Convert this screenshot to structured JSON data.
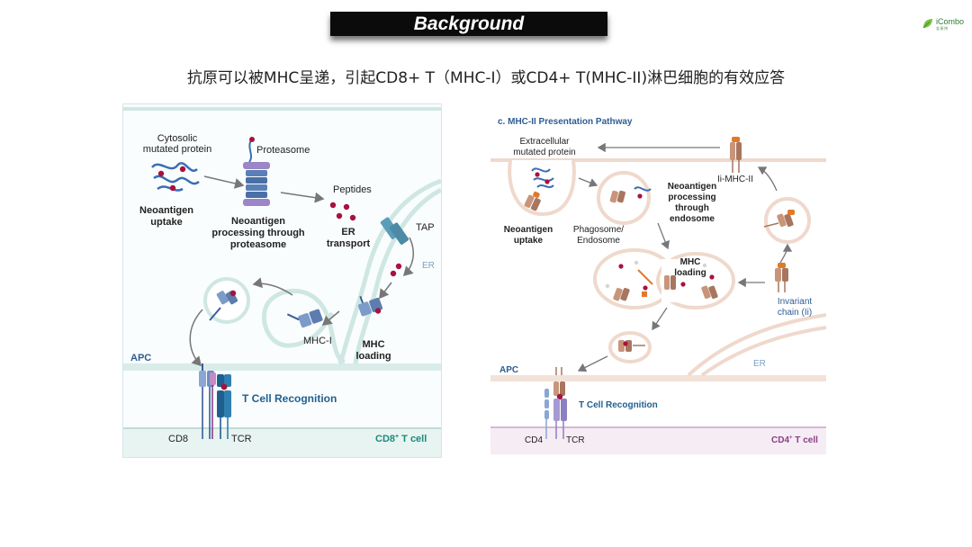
{
  "title": "Background",
  "logo": {
    "text": "iCombo",
    "sub": "爱康博",
    "icon": "leaf-logo-icon"
  },
  "subtitle": "抗原可以被MHC呈递，引起CD8+ T（MHC-I）或CD4+ T(MHC-II)淋巴细胞的有效应答",
  "left": {
    "cytosolic_line1": "Cytosolic",
    "cytosolic_line2": "mutated protein",
    "uptake_line1": "Neoantigen",
    "uptake_line2": "uptake",
    "proteasome": "Proteasome",
    "processing_line1": "Neoantigen",
    "processing_line2": "processing through",
    "processing_line3": "proteasome",
    "peptides": "Peptides",
    "er_transport_line1": "ER",
    "er_transport_line2": "transport",
    "tap": "TAP",
    "er": "ER",
    "mhc1": "MHC-I",
    "mhc_loading_line1": "MHC",
    "mhc_loading_line2": "loading",
    "apc": "APC",
    "tcell_recognition": "T Cell Recognition",
    "cd8": "CD8",
    "tcr": "TCR",
    "cell_type": "CD8",
    "cell_type_sup": "+",
    "cell_type_suffix": " T cell"
  },
  "right": {
    "panel_title": "c. MHC-II Presentation Pathway",
    "extracellular_line1": "Extracellular",
    "extracellular_line2": "mutated protein",
    "ii_mhc2": "Ii-MHC-II",
    "processing_line1": "Neoantigen",
    "processing_line2": "processing",
    "processing_line3": "through",
    "processing_line4": "endosome",
    "uptake_line1": "Neoantigen",
    "uptake_line2": "uptake",
    "phagosome_line1": "Phagosome/",
    "phagosome_line2": "Endosome",
    "mhc_loading_line1": "MHC",
    "mhc_loading_line2": "loading",
    "invariant_line1": "Invariant",
    "invariant_line2": "chain (Ii)",
    "apc": "APC",
    "er": "ER",
    "tcell_recognition": "T Cell Recognition",
    "cd4": "CD4",
    "tcr": "TCR",
    "cell_type": "CD4",
    "cell_type_sup": "+",
    "cell_type_suffix": " T cell"
  },
  "colors": {
    "teal_membrane": "#cfe7e3",
    "apc_blue": "#2d5d94",
    "cd8_label": "#1b8a7a",
    "cd4_label": "#8a3f86",
    "peptide_red": "#a8123e",
    "receptor_blue": "#8aa6d4",
    "tcr_blue": "#1f5f8f",
    "mhc2_tan": "#c8957a",
    "orange": "#e07a2a"
  }
}
